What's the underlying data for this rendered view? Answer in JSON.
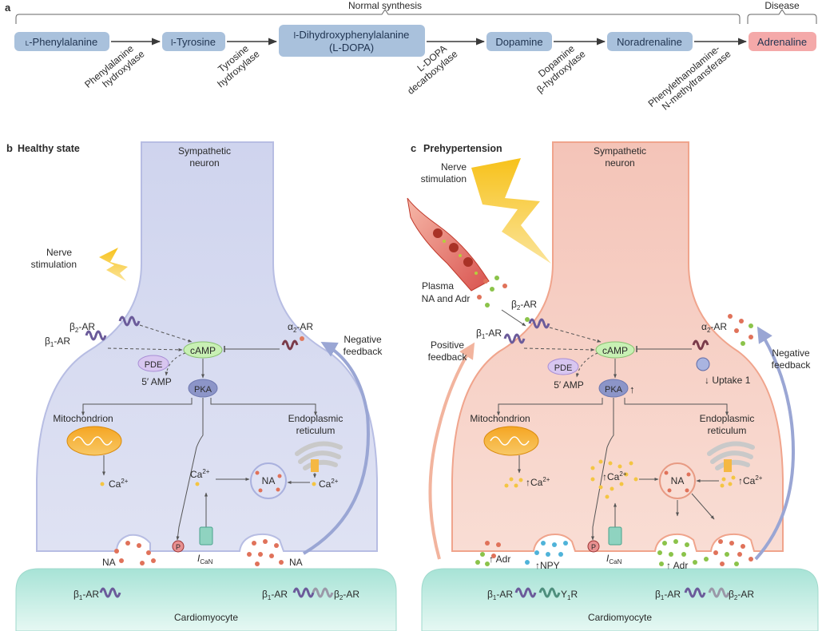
{
  "panel_a": {
    "letter": "a",
    "normal_label": "Normal synthesis",
    "disease_label": "Disease",
    "compounds": [
      {
        "name": "l-Phenylalanine",
        "pre": "l",
        "rest": "-Phenylalanine"
      },
      {
        "name": "l-Tyrosine",
        "pre": "l",
        "rest": "-Tyrosine"
      },
      {
        "name": "l-Dihydroxyphenylalanine",
        "pre": "l",
        "rest": "-Dihydroxyphenylalanine",
        "line2": "(L-DOPA)"
      },
      {
        "name": "Dopamine"
      },
      {
        "name": "Noradrenaline"
      },
      {
        "name": "Adrenaline"
      }
    ],
    "enzymes": [
      {
        "l1": "Phenylalanine",
        "l2": "hydroxylase"
      },
      {
        "l1": "Tyrosine",
        "l2": "hydroxylase"
      },
      {
        "l1": "L-DOPA",
        "l2": "decarboxylase"
      },
      {
        "l1": "Dopamine",
        "l2": "β-hydroxylase"
      },
      {
        "l1": "Phenylethanolamine-",
        "l2": "N-methyltransferase"
      }
    ],
    "colors": {
      "pill": "#a9c1dc",
      "disease": "#f4a9a9"
    }
  },
  "panel_b": {
    "letter": "b",
    "title": "Healthy state",
    "neuron": [
      "Sympathetic",
      "neuron"
    ],
    "stimulation": [
      "Nerve",
      "stimulation"
    ],
    "b2ar": "β",
    "b2ar_sub": "2",
    "b1ar": "β",
    "b1ar_sub": "1",
    "ar_suffix": "-AR",
    "a2ar": "α",
    "a2ar_sub": "2",
    "camp": "cAMP",
    "pde": "PDE",
    "amp": "5′ AMP",
    "pka": "PKA",
    "mito": "Mitochondrion",
    "er": [
      "Endoplasmic",
      "reticulum"
    ],
    "ca": "Ca",
    "ca_sup": "2+",
    "na": "NA",
    "icaN": "I",
    "icaN_sub": "CaN",
    "p": "P",
    "feedback": [
      "Negative",
      "feedback"
    ],
    "cardio": "Cardiomyocyte",
    "colors": {
      "neuron": "#d8dcf0",
      "cardio": "#cdeee6"
    }
  },
  "panel_c": {
    "letter": "c",
    "title": "Prehypertension",
    "neuron": [
      "Sympathetic",
      "neuron"
    ],
    "stimulation": [
      "Nerve",
      "stimulation"
    ],
    "plasma": [
      "Plasma",
      "NA and Adr"
    ],
    "camp": "cAMP",
    "pde": "PDE",
    "amp": "5′ AMP",
    "pka": "PKA",
    "mito": "Mitochondrion",
    "er": [
      "Endoplasmic",
      "reticulum"
    ],
    "na": "NA",
    "uptake": "↓ Uptake 1",
    "pos_feedback": [
      "Positive",
      "feedback"
    ],
    "neg_feedback": [
      "Negative",
      "feedback"
    ],
    "npy": "↑NPY",
    "adr_up": "↑ Adr",
    "adr_up2": "↑ Adr",
    "y1r": "Y",
    "y1r_sub": "1",
    "y1r_suffix": "R",
    "cardio": "Cardiomyocyte",
    "colors": {
      "neuron": "#f6cfc6",
      "cardio": "#cdeee6"
    }
  }
}
